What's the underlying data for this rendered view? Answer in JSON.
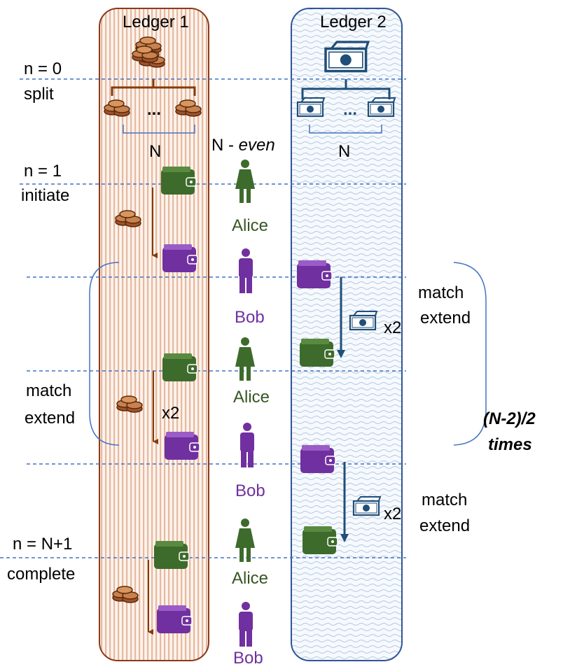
{
  "ledger1": {
    "title": "Ledger 1",
    "stripe_color": "#e6b9a0",
    "border_color": "#8b3a1a"
  },
  "ledger2": {
    "title": "Ledger 2",
    "pattern_color": "#9fb9d6",
    "border_color": "#2f5597"
  },
  "phases": {
    "n0": "n = 0",
    "split": "split",
    "n1": "n = 1",
    "initiate": "initiate",
    "nN1": "n = N+1",
    "complete": "complete"
  },
  "split": {
    "n_left": "N",
    "n_right": "N",
    "ellipsis": "...",
    "even_prefix": "N - ",
    "even_word": "even"
  },
  "parties": {
    "alice": "Alice",
    "bob": "Bob"
  },
  "actions": {
    "match": "match",
    "extend": "extend",
    "x2": "x2"
  },
  "repeat": {
    "line1": "(N-2)/2",
    "line2": "times"
  },
  "colors": {
    "alice": "#375623",
    "bob": "#7030a0",
    "coin": "#843c0c",
    "bill": "#2f5597",
    "dashed": "#4472c4"
  }
}
